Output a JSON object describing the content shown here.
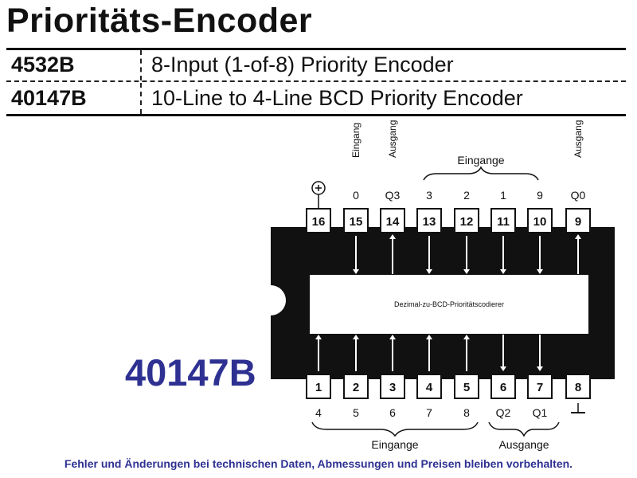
{
  "title": "Prioritäts-Encoder",
  "table": [
    {
      "code": "4532B",
      "desc": "8-Input (1-of-8) Priority Encoder"
    },
    {
      "code": "40147B",
      "desc": "10-Line to 4-Line BCD Priority Encoder"
    }
  ],
  "chip": {
    "label": "Dezimal-zu-BCD-Prioritätscodierer",
    "part_number": "40147B",
    "top_pins": [
      {
        "num": "16",
        "label": "+",
        "kind": "power"
      },
      {
        "num": "15",
        "label": "0",
        "kind": "input"
      },
      {
        "num": "14",
        "label": "Q3",
        "kind": "output"
      },
      {
        "num": "13",
        "label": "3",
        "kind": "input"
      },
      {
        "num": "12",
        "label": "2",
        "kind": "input"
      },
      {
        "num": "11",
        "label": "1",
        "kind": "input"
      },
      {
        "num": "10",
        "label": "9",
        "kind": "input"
      },
      {
        "num": "9",
        "label": "Q0",
        "kind": "output"
      }
    ],
    "bottom_pins": [
      {
        "num": "1",
        "label": "4",
        "kind": "input"
      },
      {
        "num": "2",
        "label": "5",
        "kind": "input"
      },
      {
        "num": "3",
        "label": "6",
        "kind": "input"
      },
      {
        "num": "4",
        "label": "7",
        "kind": "input"
      },
      {
        "num": "5",
        "label": "8",
        "kind": "input"
      },
      {
        "num": "6",
        "label": "Q2",
        "kind": "output"
      },
      {
        "num": "7",
        "label": "Q1",
        "kind": "output"
      },
      {
        "num": "8",
        "label": "⊥",
        "kind": "ground"
      }
    ],
    "top_vertical_labels": {
      "pin15": "Eingang",
      "pin14": "Ausgang",
      "pin9": "Ausgang"
    },
    "group_labels": {
      "top_inputs": "Eingange",
      "bottom_inputs": "Eingange",
      "bottom_outputs": "Ausgange"
    }
  },
  "footer": "Fehler und Änderungen bei technischen Daten, Abmessungen und Preisen bleiben vorbehalten."
}
